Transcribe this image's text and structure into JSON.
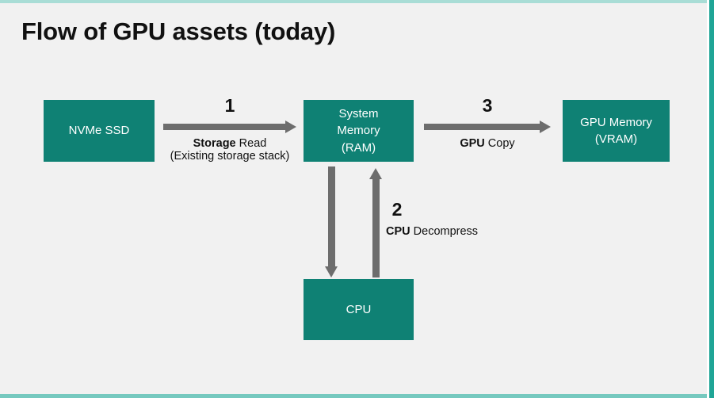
{
  "slide": {
    "title": "Flow of GPU assets (today)",
    "background_color": "#f1f1f1",
    "accent_color": "#0f8174",
    "arrow_color": "#6d6d6d",
    "frame_color": "#1fa596"
  },
  "nodes": {
    "nvme": {
      "label": "NVMe SSD"
    },
    "ram": {
      "line1": "System",
      "line2": "Memory",
      "line3": "(RAM)"
    },
    "vram": {
      "line1": "GPU Memory",
      "line2": "(VRAM)"
    },
    "cpu": {
      "label": "CPU"
    }
  },
  "steps": [
    {
      "number": "1",
      "label_bold": "Storage",
      "label_rest": " Read",
      "sublabel": "(Existing storage stack)",
      "direction": "right",
      "from": "NVMe SSD",
      "to": "System Memory (RAM)"
    },
    {
      "number": "2",
      "label_bold": "CPU",
      "label_rest": " Decompress",
      "sublabel": "",
      "direction": "up",
      "from": "CPU",
      "to": "System Memory (RAM)"
    },
    {
      "number": "3",
      "label_bold": "GPU",
      "label_rest": " Copy",
      "sublabel": "",
      "direction": "right",
      "from": "System Memory (RAM)",
      "to": "GPU Memory (VRAM)"
    }
  ],
  "unlabeled_flow": {
    "direction": "down",
    "from": "System Memory (RAM)",
    "to": "CPU"
  }
}
